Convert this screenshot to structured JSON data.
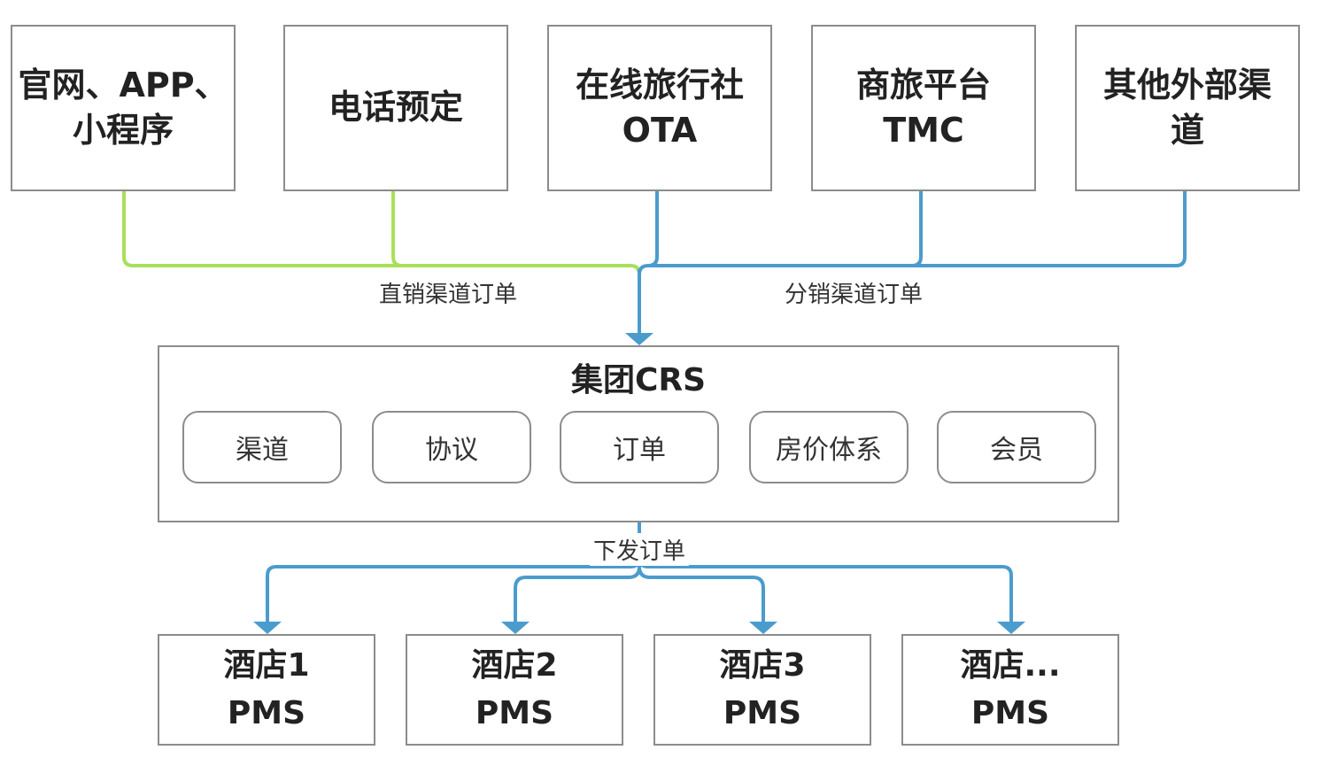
{
  "colors": {
    "direct_line": "#a8e05b",
    "distribution_line": "#4a9ccd",
    "box_border": "#8c8c8c"
  },
  "sources": [
    {
      "lines": [
        "官网、APP、",
        "小程序"
      ],
      "channel": "direct"
    },
    {
      "lines": [
        "电话预定"
      ],
      "channel": "direct"
    },
    {
      "lines": [
        "在线旅行社",
        "OTA"
      ],
      "channel": "distribution"
    },
    {
      "lines": [
        "商旅平台",
        "TMC"
      ],
      "channel": "distribution"
    },
    {
      "lines": [
        "其他外部渠",
        "道"
      ],
      "channel": "distribution"
    }
  ],
  "edge_labels": {
    "direct": "直销渠道订单",
    "distribution": "分销渠道订单",
    "dispatch": "下发订单"
  },
  "crs": {
    "title": "集团CRS",
    "modules": [
      "渠道",
      "协议",
      "订单",
      "房价体系",
      "会员"
    ]
  },
  "hotels": [
    {
      "lines": [
        "酒店1",
        "PMS"
      ]
    },
    {
      "lines": [
        "酒店2",
        "PMS"
      ]
    },
    {
      "lines": [
        "酒店3",
        "PMS"
      ]
    },
    {
      "lines": [
        "酒店...",
        "PMS"
      ]
    }
  ]
}
